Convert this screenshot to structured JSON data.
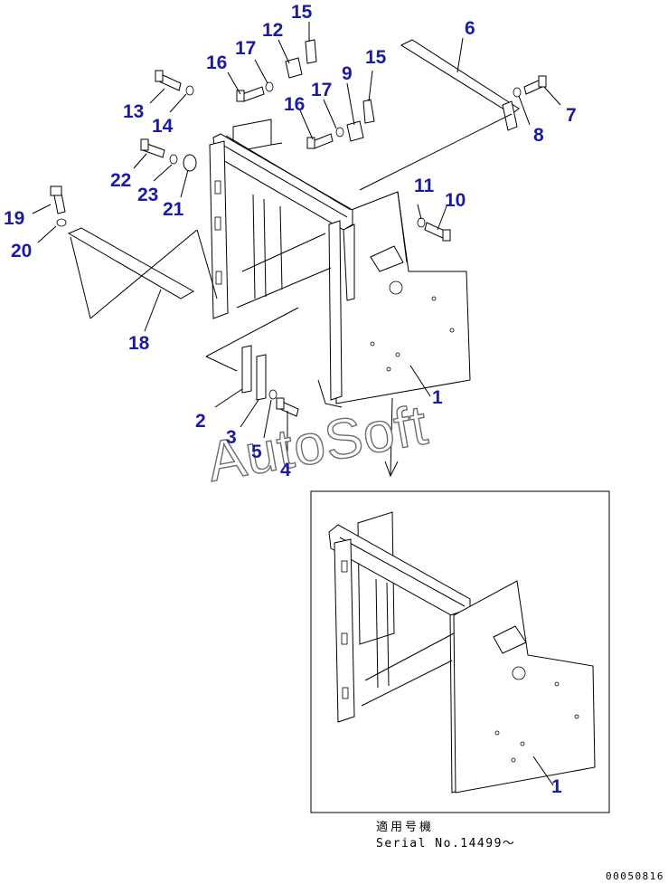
{
  "watermark": "AutoSoft",
  "callouts": [
    {
      "id": "c15a",
      "label": "15"
    },
    {
      "id": "c12",
      "label": "12"
    },
    {
      "id": "c17a",
      "label": "17"
    },
    {
      "id": "c16a",
      "label": "16"
    },
    {
      "id": "c6",
      "label": "6"
    },
    {
      "id": "c15b",
      "label": "15"
    },
    {
      "id": "c9",
      "label": "9"
    },
    {
      "id": "c17b",
      "label": "17"
    },
    {
      "id": "c16b",
      "label": "16"
    },
    {
      "id": "c13",
      "label": "13"
    },
    {
      "id": "c14",
      "label": "14"
    },
    {
      "id": "c7",
      "label": "7"
    },
    {
      "id": "c8",
      "label": "8"
    },
    {
      "id": "c22",
      "label": "22"
    },
    {
      "id": "c23",
      "label": "23"
    },
    {
      "id": "c21",
      "label": "21"
    },
    {
      "id": "c11",
      "label": "11"
    },
    {
      "id": "c10",
      "label": "10"
    },
    {
      "id": "c19",
      "label": "19"
    },
    {
      "id": "c20",
      "label": "20"
    },
    {
      "id": "c18",
      "label": "18"
    },
    {
      "id": "c1a",
      "label": "1"
    },
    {
      "id": "c2",
      "label": "2"
    },
    {
      "id": "c3",
      "label": "3"
    },
    {
      "id": "c5",
      "label": "5"
    },
    {
      "id": "c4",
      "label": "4"
    },
    {
      "id": "c1b",
      "label": "1"
    }
  ],
  "caption": {
    "line1": "適用号機",
    "line2": "Serial No.14499〜"
  },
  "drawing_code": "00050816"
}
